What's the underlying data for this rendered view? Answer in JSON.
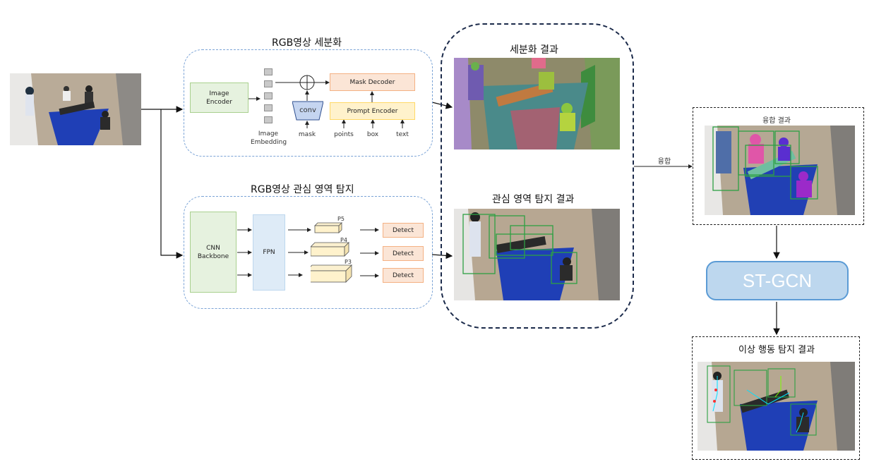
{
  "input_image": {
    "icon": "room-photo-icon"
  },
  "segmentation": {
    "title": "RGB영상 세분화",
    "image_encoder": "Image\nEncoder",
    "image_embedding": "Image\nEmbedding",
    "conv": "conv",
    "mask": "mask",
    "mask_decoder": "Mask Decoder",
    "prompt_encoder": "Prompt Encoder",
    "points": "points",
    "box": "box",
    "text": "text"
  },
  "detection": {
    "title": "RGB영상 관심 영역 탐지",
    "backbone": "CNN\nBackbone",
    "fpn": "FPN",
    "p5": "P5",
    "p4": "P4",
    "p3": "P3",
    "detect": "Detect"
  },
  "results": {
    "seg_title": "세분화 결과",
    "det_title": "관심 영역 탐지 결과"
  },
  "fusion": {
    "label": "융합",
    "title": "융합 결과"
  },
  "stgcn": {
    "label": "ST-GCN"
  },
  "anomaly": {
    "title": "이상 행동 탐지 결과"
  },
  "colors": {
    "accent_blue": "#5b9bd5",
    "box_green": "#2ea043",
    "dash_blue": "#7aa3d6",
    "dark_navy": "#1b2a4a"
  }
}
